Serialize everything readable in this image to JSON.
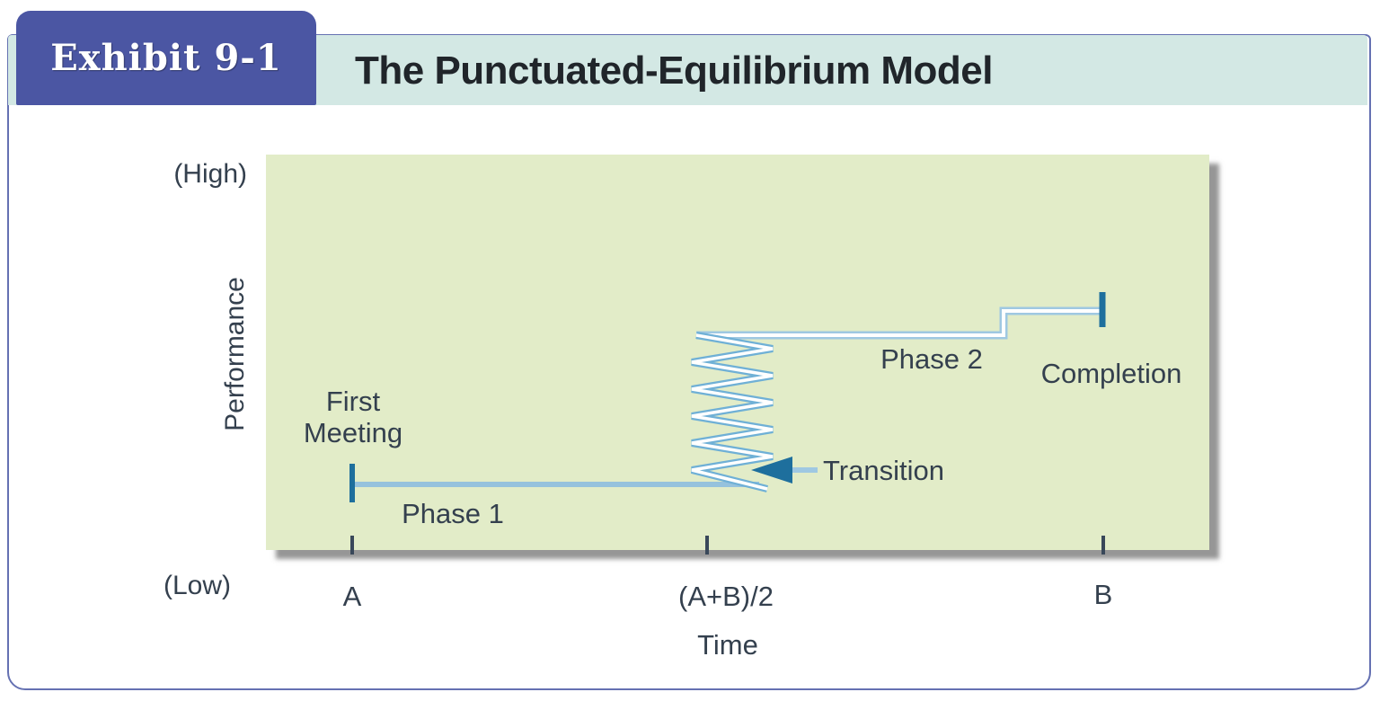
{
  "header": {
    "exhibit_label": "Exhibit 9-1",
    "title": "The Punctuated-Equilibrium Model"
  },
  "figure": {
    "y_axis": {
      "high": "(High)",
      "label": "Performance",
      "low": "(Low)"
    },
    "x_axis": {
      "label": "Time",
      "tick_a": "A",
      "tick_mid": "(A+B)/2",
      "tick_b": "B"
    },
    "annotations": {
      "first_meeting_line1": "First",
      "first_meeting_line2": "Meeting",
      "phase1": "Phase 1",
      "phase2": "Phase 2",
      "transition": "Transition",
      "completion": "Completion"
    },
    "colors": {
      "tab_blue": "#4b56a3",
      "strip_teal": "#d3e8e4",
      "plot_green": "#e2ecc8",
      "line_light_blue": "#96c2dd",
      "accent_dark_teal": "#1e6f9d",
      "text_dark": "#34404e",
      "frame_border": "#6571b2"
    }
  }
}
